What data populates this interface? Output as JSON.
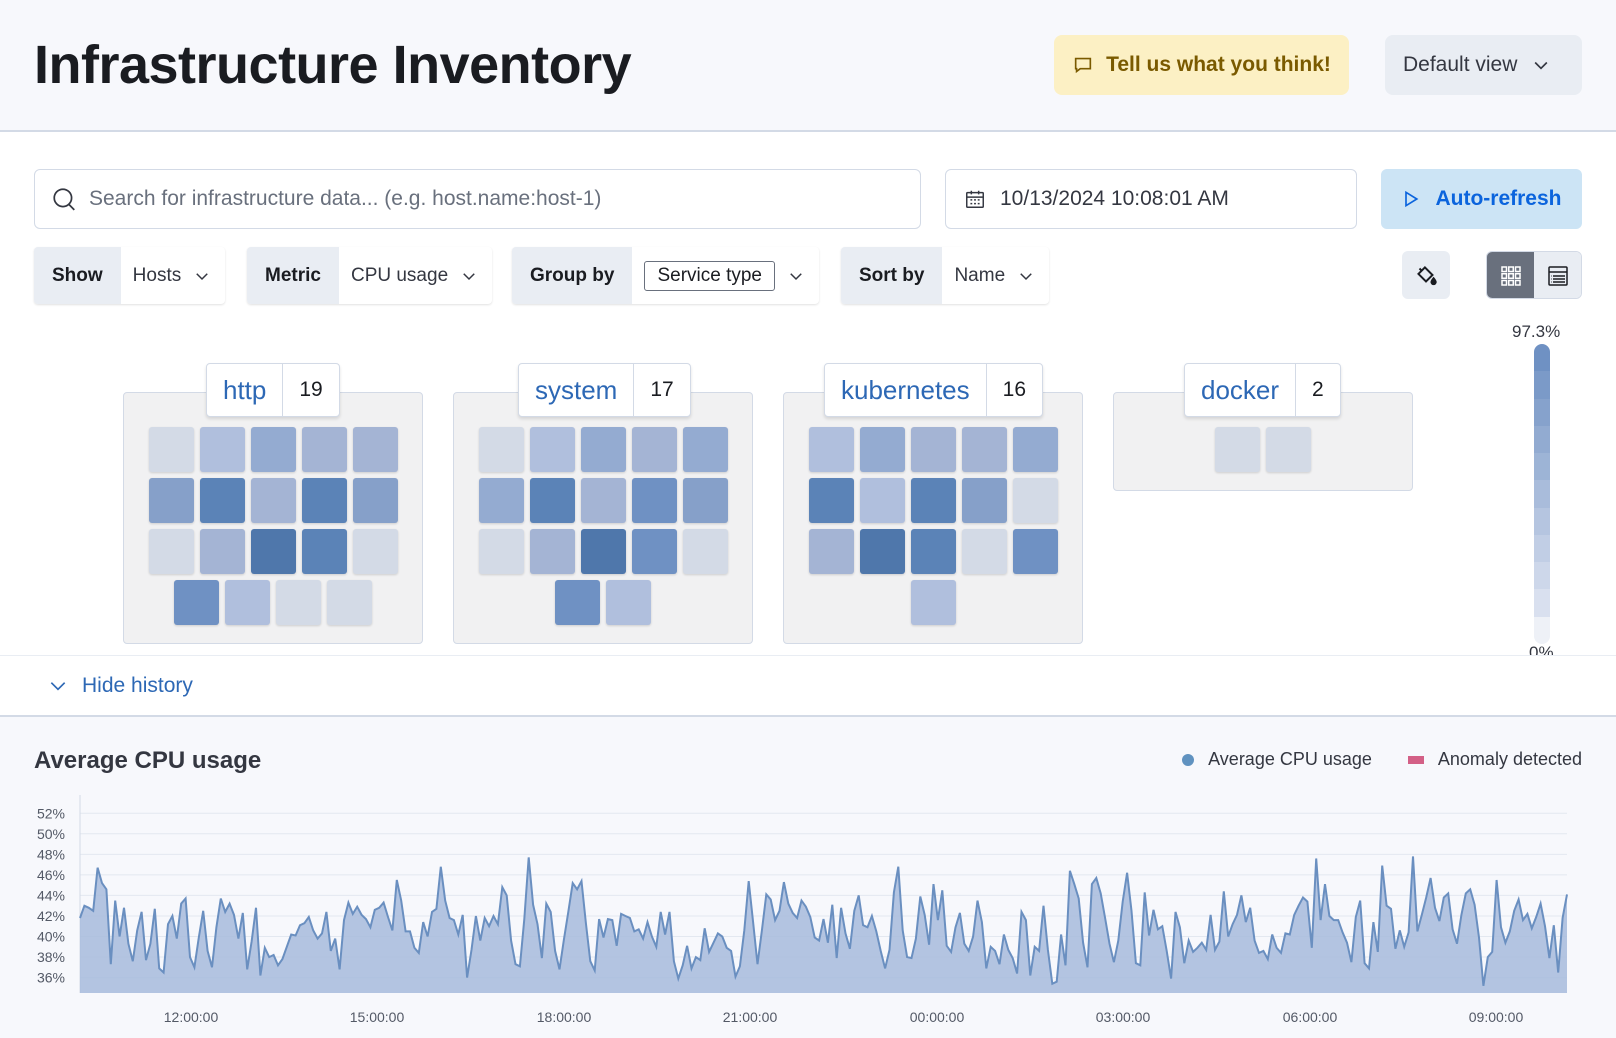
{
  "header": {
    "title": "Infrastructure Inventory",
    "feedback_label": "Tell us what you think!",
    "view_label": "Default view"
  },
  "toolbar": {
    "search_placeholder": "Search for infrastructure data... (e.g. host.name:host-1)",
    "date": "10/13/2024 10:08:01 AM",
    "refresh_label": "Auto-refresh"
  },
  "filters": {
    "show": {
      "label": "Show",
      "value": "Hosts"
    },
    "metric": {
      "label": "Metric",
      "value": "CPU usage"
    },
    "groupby": {
      "label": "Group by",
      "value": "Service type"
    },
    "sortby": {
      "label": "Sort by",
      "value": "Name"
    }
  },
  "colors": {
    "accent": "#2d68b5",
    "series": "#6092c0",
    "anomaly": "#d36086",
    "node_scale": [
      "#d3dae6",
      "#b0bfdd",
      "#a4b4d4",
      "#94abd1",
      "#86a0c9",
      "#6f91c3",
      "#5b83b7",
      "#4f77ab"
    ]
  },
  "groups": [
    {
      "name": "http",
      "count": "19",
      "levels": [
        0,
        1,
        3,
        2,
        2,
        4,
        6,
        2,
        6,
        4,
        0,
        2,
        7,
        6,
        0,
        5,
        1,
        0,
        0
      ]
    },
    {
      "name": "system",
      "count": "17",
      "levels": [
        0,
        1,
        3,
        2,
        3,
        3,
        6,
        2,
        5,
        4,
        0,
        2,
        7,
        5,
        0,
        5,
        1
      ]
    },
    {
      "name": "kubernetes",
      "count": "16",
      "levels": [
        1,
        3,
        2,
        2,
        3,
        6,
        1,
        6,
        4,
        0,
        2,
        7,
        6,
        0,
        5,
        1
      ]
    },
    {
      "name": "docker",
      "count": "2",
      "levels": [
        0,
        0
      ]
    }
  ],
  "legend": {
    "max": "97.3%",
    "min": "0%"
  },
  "history": {
    "toggle_label": "Hide history",
    "chart_title": "Average CPU usage",
    "legend_series": "Average CPU usage",
    "legend_anomaly": "Anomaly detected"
  },
  "chart_data": {
    "type": "area",
    "title": "Average CPU usage",
    "y_ticks": [
      "52%",
      "50%",
      "48%",
      "46%",
      "44%",
      "42%",
      "40%",
      "38%",
      "36%"
    ],
    "x_ticks": [
      "12:00:00",
      "15:00:00",
      "18:00:00",
      "21:00:00",
      "00:00:00",
      "03:00:00",
      "06:00:00",
      "09:00:00"
    ],
    "ylim": [
      34.5,
      53
    ],
    "series": [
      {
        "name": "Average CPU usage",
        "values": [
          41.8,
          43.0,
          42.8,
          42.5,
          46.7,
          45.2,
          44.6,
          37.3,
          43.5,
          40.0,
          42.8,
          39.3,
          37.6,
          40.6,
          42.4,
          37.7,
          39.3,
          42.7,
          36.9,
          36.5,
          41.2,
          42.0,
          39.8,
          43.2,
          43.7,
          38.0,
          37.0,
          39.9,
          42.5,
          38.6,
          37.0,
          40.9,
          43.7,
          42.4,
          43.2,
          42.1,
          39.8,
          42.3,
          36.8,
          39.5,
          42.8,
          36.2,
          38.9,
          38.0,
          38.2,
          37.2,
          37.8,
          39.0,
          40.2,
          40.1,
          41.1,
          41.3,
          41.9,
          40.6,
          39.8,
          40.3,
          42.4,
          38.6,
          39.8,
          36.8,
          41.6,
          43.3,
          42.2,
          42.9,
          42.1,
          41.7,
          40.9,
          42.6,
          42.8,
          43.3,
          41.9,
          40.6,
          45.5,
          43.5,
          40.5,
          40.5,
          38.9,
          38.4,
          41.4,
          40.0,
          42.4,
          42.7,
          46.8,
          43.5,
          41.8,
          41.6,
          40.2,
          42.1,
          36.0,
          38.7,
          42.0,
          39.6,
          41.8,
          41.0,
          42.0,
          41.2,
          44.8,
          44.0,
          39.6,
          37.3,
          37.1,
          41.7,
          47.7,
          43.1,
          41.2,
          37.9,
          43.2,
          42.4,
          38.6,
          36.8,
          39.7,
          42.4,
          45.2,
          44.6,
          45.4,
          41.3,
          37.6,
          36.7,
          41.7,
          39.9,
          41.7,
          41.6,
          39.1,
          42.2,
          42.0,
          41.8,
          40.5,
          40.7,
          39.8,
          41.4,
          40.0,
          39.0,
          42.4,
          40.2,
          42.4,
          37.6,
          35.9,
          37.2,
          39.1,
          36.9,
          38.0,
          37.7,
          40.8,
          38.5,
          39.4,
          40.3,
          40.0,
          38.9,
          38.6,
          36.1,
          37.1,
          40.6,
          45.4,
          41.4,
          37.3,
          40.6,
          44.1,
          43.6,
          41.6,
          42.5,
          45.3,
          43.2,
          42.3,
          41.8,
          43.5,
          42.9,
          41.9,
          39.9,
          39.6,
          41.7,
          39.4,
          43.1,
          37.9,
          42.8,
          40.3,
          38.8,
          42.5,
          44.0,
          41.1,
          40.9,
          42.0,
          40.5,
          38.6,
          36.9,
          38.7,
          44.3,
          46.8,
          40.6,
          38.0,
          37.9,
          39.8,
          43.9,
          42.1,
          39.2,
          45.1,
          41.6,
          44.5,
          39.1,
          38.5,
          40.9,
          42.3,
          39.3,
          38.6,
          40.0,
          43.5,
          41.4,
          36.9,
          39.0,
          38.6,
          37.3,
          40.2,
          38.7,
          37.9,
          36.4,
          42.4,
          41.6,
          36.2,
          39.0,
          38.6,
          43.0,
          38.7,
          35.4,
          35.6,
          40.2,
          37.2,
          46.4,
          45.1,
          43.7,
          39.4,
          37.0,
          45.1,
          45.7,
          44.2,
          41.8,
          39.3,
          37.5,
          39.6,
          43.4,
          46.2,
          42.5,
          37.4,
          37.2,
          44.3,
          40.1,
          42.6,
          40.7,
          41.0,
          38.6,
          35.9,
          42.4,
          40.9,
          37.4,
          39.6,
          38.5,
          38.9,
          39.4,
          38.7,
          42.1,
          38.7,
          39.5,
          44.4,
          40.0,
          41.2,
          42.1,
          44.0,
          41.4,
          42.8,
          39.6,
          38.4,
          38.6,
          37.8,
          40.2,
          38.9,
          38.4,
          40.3,
          40.2,
          42.1,
          43.0,
          43.8,
          43.4,
          38.9,
          47.6,
          41.6,
          45.1,
          42.0,
          41.6,
          41.6,
          40.4,
          39.4,
          37.5,
          41.9,
          43.5,
          37.4,
          36.9,
          41.4,
          38.5,
          46.9,
          43.0,
          42.7,
          38.8,
          40.6,
          39.0,
          40.4,
          47.8,
          40.5,
          42.1,
          43.8,
          45.7,
          42.8,
          41.5,
          43.8,
          44.2,
          40.7,
          39.3,
          42.1,
          44.2,
          44.6,
          43.1,
          39.9,
          35.2,
          38.0,
          38.5,
          45.5,
          40.9,
          39.4,
          40.5,
          42.5,
          43.6,
          41.6,
          42.2,
          40.8,
          41.9,
          43.2,
          41.0,
          37.9,
          41.1,
          36.5,
          41.8,
          44.1
        ]
      }
    ]
  }
}
